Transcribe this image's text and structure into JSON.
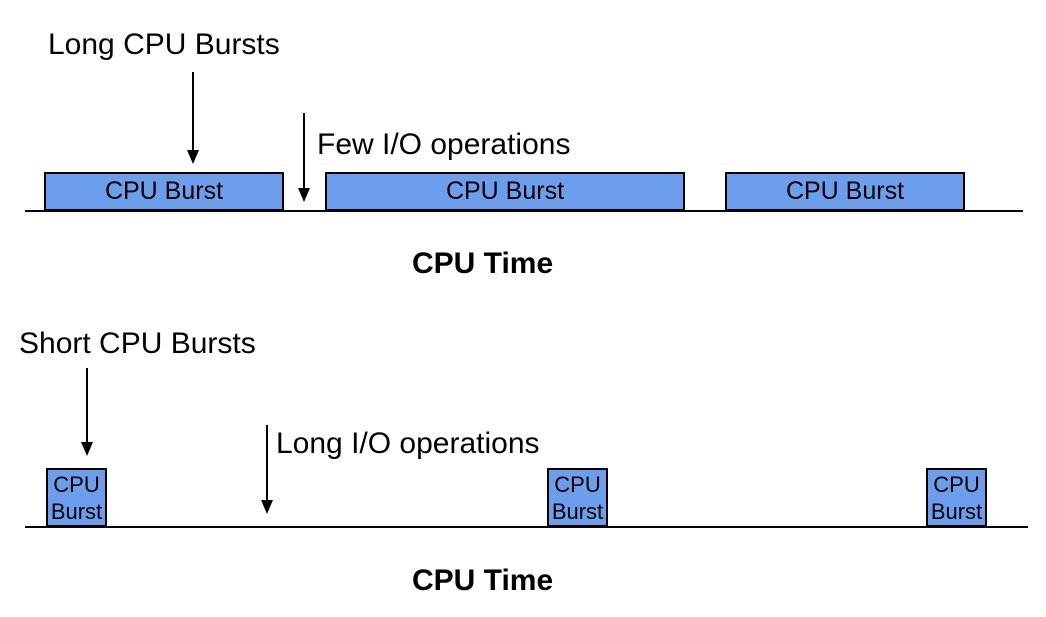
{
  "colors": {
    "box_fill": "#6D9EEB",
    "box_border": "#000000",
    "line": "#000000",
    "text": "#000000"
  },
  "top_timeline": {
    "title": "Long CPU Bursts",
    "io_annotation": "Few I/O operations",
    "bursts": [
      {
        "label": "CPU Burst"
      },
      {
        "label": "CPU Burst"
      },
      {
        "label": "CPU Burst"
      }
    ],
    "axis_label": "CPU Time"
  },
  "bottom_timeline": {
    "title": "Short CPU Bursts",
    "io_annotation": "Long I/O operations",
    "bursts": [
      {
        "label": "CPU Burst"
      },
      {
        "label": "CPU Burst"
      },
      {
        "label": "CPU Burst"
      }
    ],
    "axis_label": "CPU Time"
  }
}
